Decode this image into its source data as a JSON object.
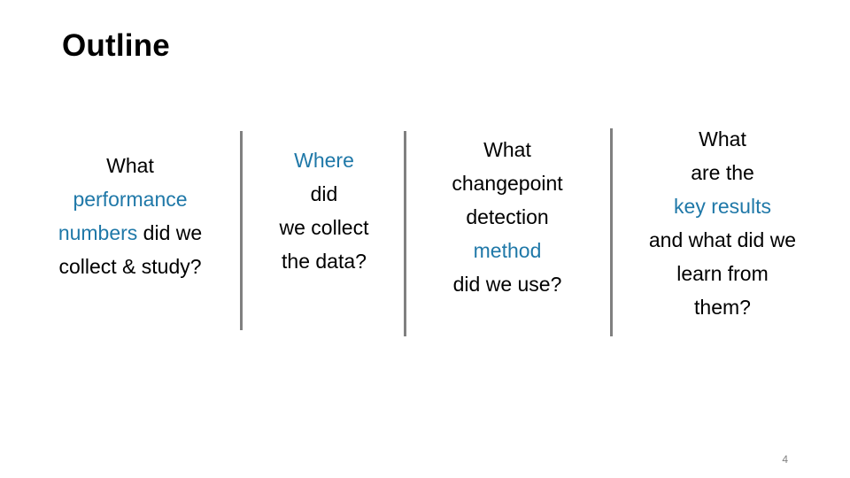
{
  "slide": {
    "title": "Outline",
    "page_number": "4",
    "accent_color": "#1F78A8",
    "text_color": "#000000",
    "divider_color": "#808080",
    "background_color": "#FFFFFF"
  },
  "columns": [
    {
      "name": "performance-numbers",
      "lines": [
        [
          {
            "text": "What",
            "highlight": false
          }
        ],
        [
          {
            "text": "performance",
            "highlight": true
          }
        ],
        [
          {
            "text": "numbers",
            "highlight": true
          },
          {
            "text": " did we",
            "highlight": false
          }
        ],
        [
          {
            "text": "collect &  study?",
            "highlight": false
          }
        ]
      ]
    },
    {
      "name": "data-collection",
      "lines": [
        [
          {
            "text": "Where",
            "highlight": true
          }
        ],
        [
          {
            "text": "did",
            "highlight": false
          }
        ],
        [
          {
            "text": "we collect",
            "highlight": false
          }
        ],
        [
          {
            "text": "the data?",
            "highlight": false
          }
        ]
      ]
    },
    {
      "name": "changepoint-method",
      "lines": [
        [
          {
            "text": "What",
            "highlight": false
          }
        ],
        [
          {
            "text": "changepoint",
            "highlight": false
          }
        ],
        [
          {
            "text": "detection",
            "highlight": false
          }
        ],
        [
          {
            "text": "method",
            "highlight": true
          }
        ],
        [
          {
            "text": "did we use?",
            "highlight": false
          }
        ]
      ]
    },
    {
      "name": "key-results",
      "lines": [
        [
          {
            "text": "What",
            "highlight": false
          }
        ],
        [
          {
            "text": "are the",
            "highlight": false
          }
        ],
        [
          {
            "text": "key results",
            "highlight": true
          }
        ],
        [
          {
            "text": "and what did we",
            "highlight": false
          }
        ],
        [
          {
            "text": "learn from",
            "highlight": false
          }
        ],
        [
          {
            "text": "them?",
            "highlight": false
          }
        ]
      ]
    }
  ],
  "dividers": [
    {
      "name": "divider-1"
    },
    {
      "name": "divider-2"
    },
    {
      "name": "divider-3"
    }
  ]
}
